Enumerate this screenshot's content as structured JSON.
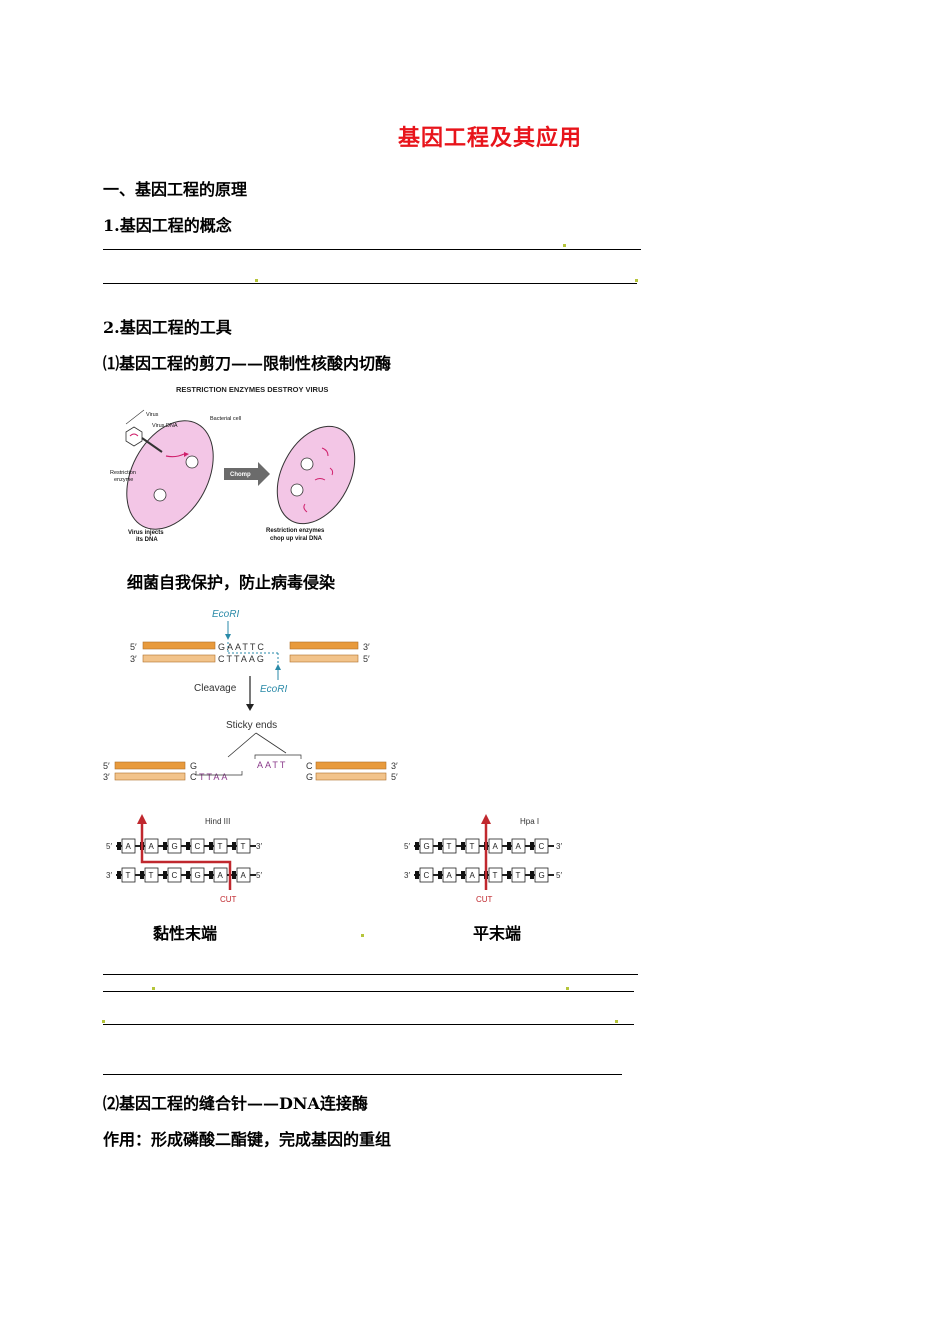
{
  "doc": {
    "title": "基因工程及其应用",
    "section1": "一、基因工程的原理",
    "item1": "1.基因工程的概念",
    "item2": "2.基因工程的工具",
    "sub1": "⑴基因工程的剪刀——限制性核酸内切酶",
    "caption_bacteria": "细菌自我保护，防止病毒侵染",
    "caption_sticky": "黏性末端",
    "caption_blunt": "平末端",
    "sub2": "⑵基因工程的缝合针——DNA连接酶",
    "effect": "作用：形成磷酸二酯键，完成基因的重组"
  },
  "fig1": {
    "heading": "RESTRICTION  ENZYMES  DESTROY  VIRUS",
    "virus": "Virus",
    "virus_dna": "Virus DNA",
    "bacterial_cell": "Bacterial cell",
    "restriction": "Restriction",
    "enzyme": "enzyme",
    "chomp": "Chomp",
    "inject1": "Virus injects",
    "inject2": "its DNA",
    "chop1": "Restriction enzymes",
    "chop2": "chop up viral DNA"
  },
  "fig2": {
    "enzyme": "EcoRI",
    "five": "5′",
    "three": "3′",
    "top_seq": "GAATTC",
    "bottom_seq": "CTTAAG",
    "cleavage": "Cleavage",
    "sticky": "Sticky ends",
    "G": "G",
    "C": "C",
    "AATT": "AATT",
    "TTAA": "TTAA"
  },
  "fig3": {
    "hind_label": "Hind III",
    "hind_top": [
      "A",
      "A",
      "G",
      "C",
      "T",
      "T"
    ],
    "hind_bottom": [
      "T",
      "T",
      "C",
      "G",
      "A",
      "A"
    ],
    "hpa_label": "Hpa I",
    "hpa_top": [
      "G",
      "T",
      "T",
      "A",
      "A",
      "C"
    ],
    "hpa_bottom": [
      "C",
      "A",
      "A",
      "T",
      "T",
      "G"
    ],
    "cut": "CUT",
    "five": "5′",
    "three": "3′"
  },
  "colors": {
    "title": "#e8141b",
    "dna": "#e89a3c",
    "dna_light": "#f2c38a",
    "teal": "#2a8aa8",
    "purple": "#8a3a8a",
    "red_arrow": "#c0282e",
    "cell": "#f3c6e6"
  }
}
